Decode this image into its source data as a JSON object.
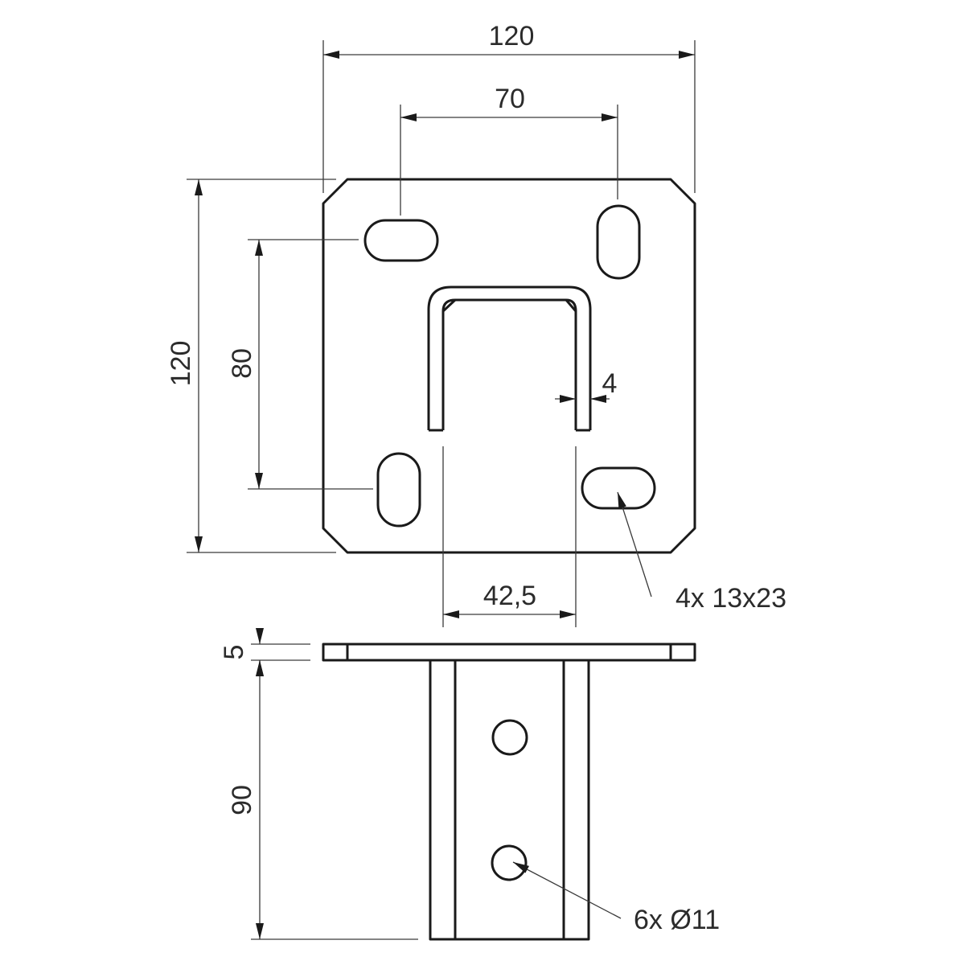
{
  "dimensions": {
    "plate_width": "120",
    "slot_spacing": "70",
    "plate_height": "120",
    "slot_vertical_spacing": "80",
    "tube_wall": "4",
    "tube_width": "42,5",
    "plate_thickness": "5",
    "tube_height": "90"
  },
  "callouts": {
    "slots": "4x 13x23",
    "holes": "6x Ø11"
  },
  "colors": {
    "line": "#1a1a1a",
    "text": "#2b2b2b",
    "background": "#ffffff"
  }
}
